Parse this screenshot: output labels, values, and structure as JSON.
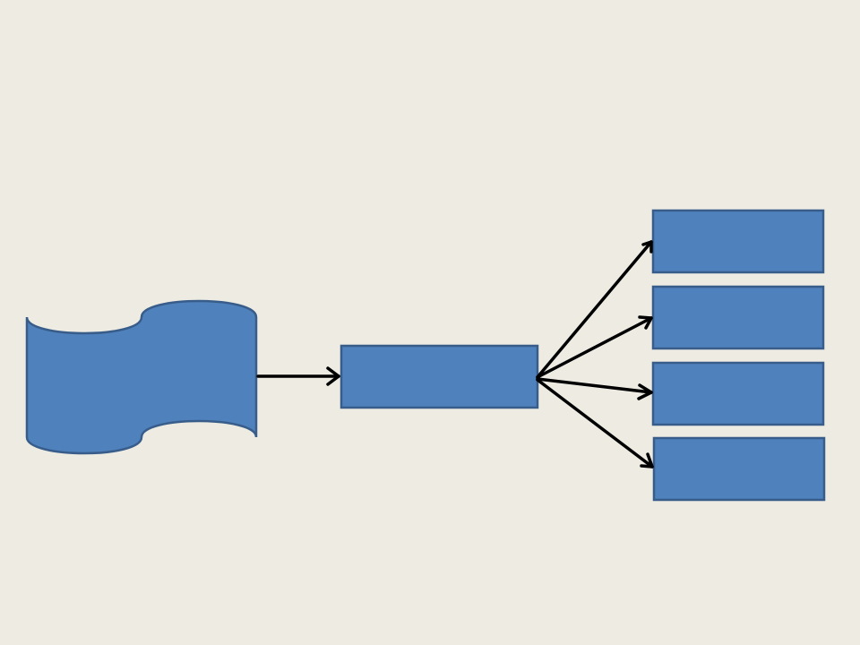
{
  "colors": {
    "background": "#EDEBE2",
    "shape_fill": "#4F81BD",
    "shape_stroke": "#385D8A",
    "connector": "#000000"
  },
  "diagram": {
    "source_shape": "punched-tape",
    "middle_shape": "rectangle",
    "target_shapes": [
      "rectangle",
      "rectangle",
      "rectangle",
      "rectangle"
    ],
    "connections": [
      {
        "from": "source-tape",
        "to": "process-box"
      },
      {
        "from": "process-box",
        "to": "output-box-1"
      },
      {
        "from": "process-box",
        "to": "output-box-2"
      },
      {
        "from": "process-box",
        "to": "output-box-3"
      },
      {
        "from": "process-box",
        "to": "output-box-4"
      }
    ]
  }
}
